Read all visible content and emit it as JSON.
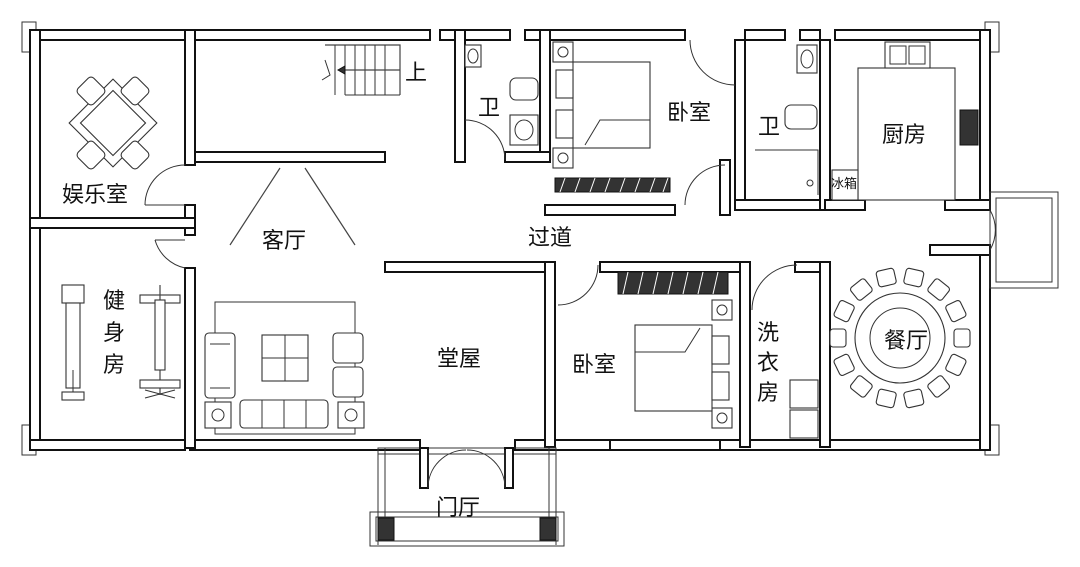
{
  "rooms": {
    "entertainment": "娱乐室",
    "gym_1": "健",
    "gym_2": "身",
    "gym_3": "房",
    "living": "客厅",
    "stairs_up": "上",
    "bath_1": "卫",
    "bedroom_1": "卧室",
    "bath_2": "卫",
    "kitchen": "厨房",
    "fridge": "冰箱",
    "corridor": "过道",
    "hall": "堂屋",
    "bedroom_2": "卧室",
    "laundry_1": "洗",
    "laundry_2": "衣",
    "laundry_3": "房",
    "dining": "餐厅",
    "foyer": "门厅"
  },
  "colors": {
    "wall_stroke": "#111111",
    "background": "#ffffff"
  }
}
